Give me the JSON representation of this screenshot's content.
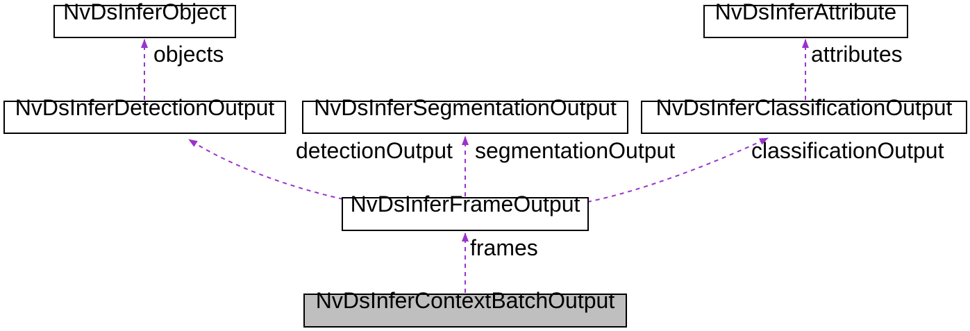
{
  "diagram": {
    "type": "class-collaboration-graph",
    "colors": {
      "edge": "#9a32cd",
      "node_border": "#000000",
      "node_fill": "#ffffff",
      "highlight_fill": "#bfbfbf",
      "text": "#000000",
      "background": "#ffffff"
    },
    "nodes": {
      "object": {
        "label": "NvDsInferObject"
      },
      "attribute": {
        "label": "NvDsInferAttribute"
      },
      "detection": {
        "label": "NvDsInferDetectionOutput"
      },
      "segmentation": {
        "label": "NvDsInferSegmentationOutput"
      },
      "classification": {
        "label": "NvDsInferClassificationOutput"
      },
      "frame": {
        "label": "NvDsInferFrameOutput"
      },
      "batch": {
        "label": "NvDsInferContextBatchOutput"
      }
    },
    "edges": [
      {
        "from": "NvDsInferDetectionOutput",
        "to": "NvDsInferObject",
        "label": "objects"
      },
      {
        "from": "NvDsInferClassificationOutput",
        "to": "NvDsInferAttribute",
        "label": "attributes"
      },
      {
        "from": "NvDsInferFrameOutput",
        "to": "NvDsInferDetectionOutput",
        "label": "detectionOutput"
      },
      {
        "from": "NvDsInferFrameOutput",
        "to": "NvDsInferSegmentationOutput",
        "label": "segmentationOutput"
      },
      {
        "from": "NvDsInferFrameOutput",
        "to": "NvDsInferClassificationOutput",
        "label": "classificationOutput"
      },
      {
        "from": "NvDsInferContextBatchOutput",
        "to": "NvDsInferFrameOutput",
        "label": "frames"
      }
    ]
  }
}
